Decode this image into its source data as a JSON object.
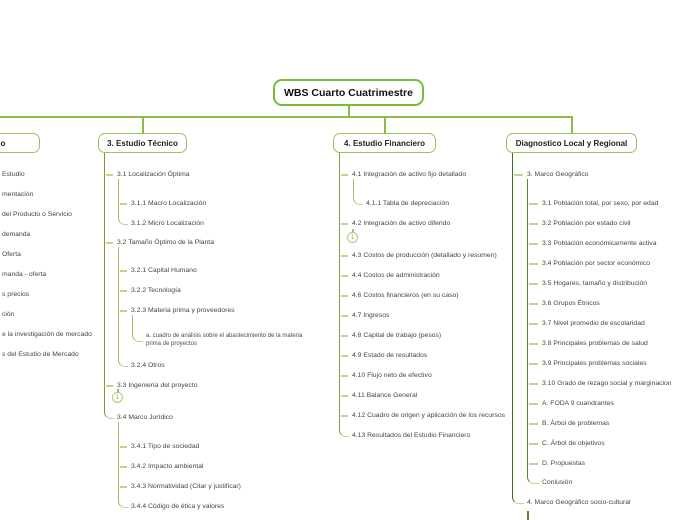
{
  "title": "WBS Cuarto Cuatrimestre",
  "colors": {
    "accent_green": "#76bd3d",
    "branch_border_green": "#97c45f",
    "line_dark_green": "#5d8527",
    "line_light_green": "#bdd494"
  },
  "branches": [
    {
      "id": "estudio-de-mercado",
      "label": "Mercado",
      "clipped": true,
      "items": [
        {
          "label": "Estudio"
        },
        {
          "label": "mentación"
        },
        {
          "label": "del Producto o Servicio"
        },
        {
          "label": "demanda"
        },
        {
          "label": "Oferta"
        },
        {
          "label": "manda - oferta"
        },
        {
          "label": "s precios"
        },
        {
          "label": "ción"
        },
        {
          "label": "e la investigación de mercado"
        },
        {
          "label": "s del Estudio de Mercado"
        }
      ]
    },
    {
      "id": "estudio-tecnico",
      "label": "3. Estudio Técnico",
      "items": [
        {
          "label": "3.1 Localización Óptima"
        },
        {
          "label": "3.1.1 Macro Localización"
        },
        {
          "label": "3.1.2 Micro Localización"
        },
        {
          "label": "3.2 Tamaño Óptimo de la Planta"
        },
        {
          "label": "3.2.1 Capital Humano"
        },
        {
          "label": "3.2.2 Tecnología"
        },
        {
          "label": "3.2.3 Materia prima y proveedores"
        },
        {
          "label": "a. cuadro de análisis sobre el abastecimiento de la materia prima de proyectos"
        },
        {
          "label": "3.2.4 Otros"
        },
        {
          "label": "3.3 Ingeniería del proyecto",
          "badge": "1"
        },
        {
          "label": "3.4 Marco Jurídico"
        },
        {
          "label": "3.4.1 Tipo de sociedad"
        },
        {
          "label": "3.4.2 Impacto ambiental"
        },
        {
          "label": "3.4.3 Normatividad (Citar y justificar)"
        },
        {
          "label": "3.4.4 Código de ética y valores"
        }
      ]
    },
    {
      "id": "estudio-financiero",
      "label": "4. Estudio Financiero",
      "items": [
        {
          "label": "4.1 Integración de activo fijo detallado"
        },
        {
          "label": "4.1.1 Tabla de depreciación"
        },
        {
          "label": "4.2 Integración de activo diferido",
          "badge": "1"
        },
        {
          "label": "4.3 Costos de producción (detallado y resumen)"
        },
        {
          "label": "4.4 Costos de administración"
        },
        {
          "label": "4.6 Costos financieros (en su caso)"
        },
        {
          "label": "4.7 Ingresos"
        },
        {
          "label": "4.8 Capital de trabajo (pesos)"
        },
        {
          "label": "4.9 Estado de resultados"
        },
        {
          "label": "4.10 Flujo neto de efectivo"
        },
        {
          "label": "4.11 Balance General"
        },
        {
          "label": "4.12 Cuadro de origen y aplicación de los recursos"
        },
        {
          "label": "4.13 Resultados del Estudio Financiero"
        }
      ]
    },
    {
      "id": "diagnostico-local-y-regional",
      "label": "Diagnostico Local y Regional",
      "items": [
        {
          "label": "3. Marco Geográfico"
        },
        {
          "label": "3.1 Población total, por sexo, por edad"
        },
        {
          "label": "3.2 Población por estado civil"
        },
        {
          "label": "3.3 Población económicamente activa"
        },
        {
          "label": "3.4 Población por sector económico"
        },
        {
          "label": "3.5 Hogares, tamaño y distribución"
        },
        {
          "label": "3.6 Grupos Étnicos"
        },
        {
          "label": "3.7 Nivel promedio de escolaridad"
        },
        {
          "label": "3.8 Principales problemas de salud"
        },
        {
          "label": "3.9 Principales problemas sociales"
        },
        {
          "label": "3.10 Grado de rezago social y marginacion"
        },
        {
          "label": "A. FODA 9 cuandrantes"
        },
        {
          "label": "B. Árbol de problemas"
        },
        {
          "label": "C. Árbol de objetivos"
        },
        {
          "label": "D. Propuestas"
        },
        {
          "label": "Conlusión"
        },
        {
          "label": "4. Marco Geográfico socio-cultural"
        }
      ]
    }
  ]
}
